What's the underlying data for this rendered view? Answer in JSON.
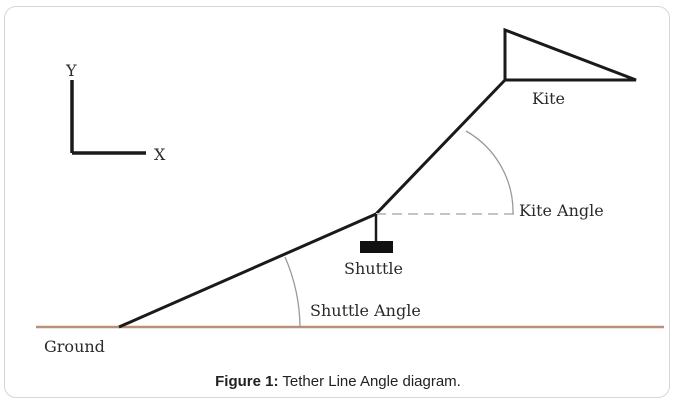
{
  "diagram": {
    "axis_y_label": "Y",
    "axis_x_label": "X",
    "kite_label": "Kite",
    "kite_angle_label": "Kite Angle",
    "shuttle_label": "Shuttle",
    "shuttle_angle_label": "Shuttle Angle",
    "ground_label": "Ground",
    "colors": {
      "ground": "#b9917a",
      "lines": "#1a1a1a",
      "angle_arcs": "#9a9a9a",
      "reference_dash": "#c4c4c4"
    }
  },
  "caption": {
    "prefix": "Figure 1:",
    "text": "Tether Line Angle diagram."
  }
}
